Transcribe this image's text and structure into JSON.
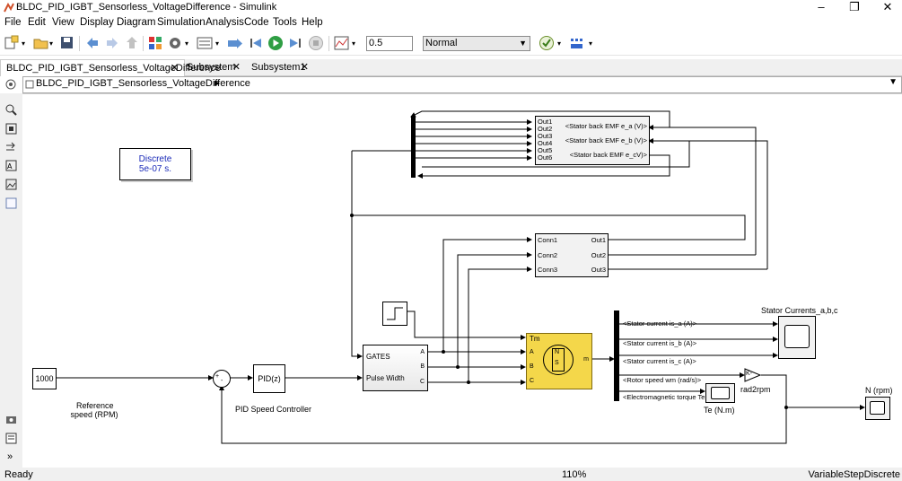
{
  "window": {
    "title": "BLDC_PID_IGBT_Sensorless_VoltageDifference - Simulink",
    "minimize": "–",
    "maximize": "❐",
    "close": "✕"
  },
  "menu": [
    "File",
    "Edit",
    "View",
    "Display",
    "Diagram",
    "Simulation",
    "Analysis",
    "Code",
    "Tools",
    "Help"
  ],
  "toolbar": {
    "stop_time": "0.5",
    "sim_mode": "Normal"
  },
  "tabs": [
    {
      "label": "BLDC_PID_IGBT_Sensorless_VoltageDifference",
      "close": "✕"
    },
    {
      "label": "Subsystem",
      "close": "✕"
    },
    {
      "label": "Subsystem1",
      "close": "✕"
    }
  ],
  "path": {
    "label": "BLDC_PID_IGBT_Sensorless_VoltageDifference",
    "arrow": "▶",
    "dropdown": "▼"
  },
  "status": {
    "left": "Ready",
    "zoom": "110%",
    "solver": "VariableStepDiscrete"
  },
  "diagram": {
    "powergui": {
      "line1": "Discrete",
      "line2": "5e-07 s."
    },
    "constant": {
      "value": "1000",
      "label_line1": "Reference",
      "label_line2": "speed (RPM)"
    },
    "sum": {
      "plus": "+",
      "minus": "-"
    },
    "pid": {
      "value": "PID(z)",
      "label": "PID Speed Controller"
    },
    "inverter": {
      "gates": "GATES",
      "pulse": "Pulse Width",
      "a": "A",
      "b": "B",
      "c": "C"
    },
    "motor": {
      "tm": "Tm",
      "a": "A",
      "b": "B",
      "c": "C",
      "m": "m",
      "n": "N",
      "s": "S"
    },
    "emf_sub": {
      "outs": [
        "Out1",
        "Out2",
        "Out3",
        "Out4",
        "Out5",
        "Out6"
      ],
      "signals": [
        "<Stator back EMF e_a (V)>",
        "<Stator back EMF e_b (V)>",
        "<Stator back EMF e_cV)>"
      ]
    },
    "conn_sub": {
      "ins": [
        "Conn1",
        "Conn2",
        "Conn3"
      ],
      "outs": [
        "Out1",
        "Out2",
        "Out3"
      ]
    },
    "bus_signals": [
      "<Stator current is_a (A)>",
      "<Stator current is_b (A)>",
      "<Stator current is_c (A)>",
      "<Rotor speed wm (rad/s)>",
      "<Electromagnetic torque Te (N*m)>"
    ],
    "scope_currents": "Stator Currents_a,b,c",
    "gain": {
      "symbol": "K-",
      "label": "rad2rpm"
    },
    "scope_te": "Te (N.m)",
    "scope_n": "N (rpm)"
  }
}
